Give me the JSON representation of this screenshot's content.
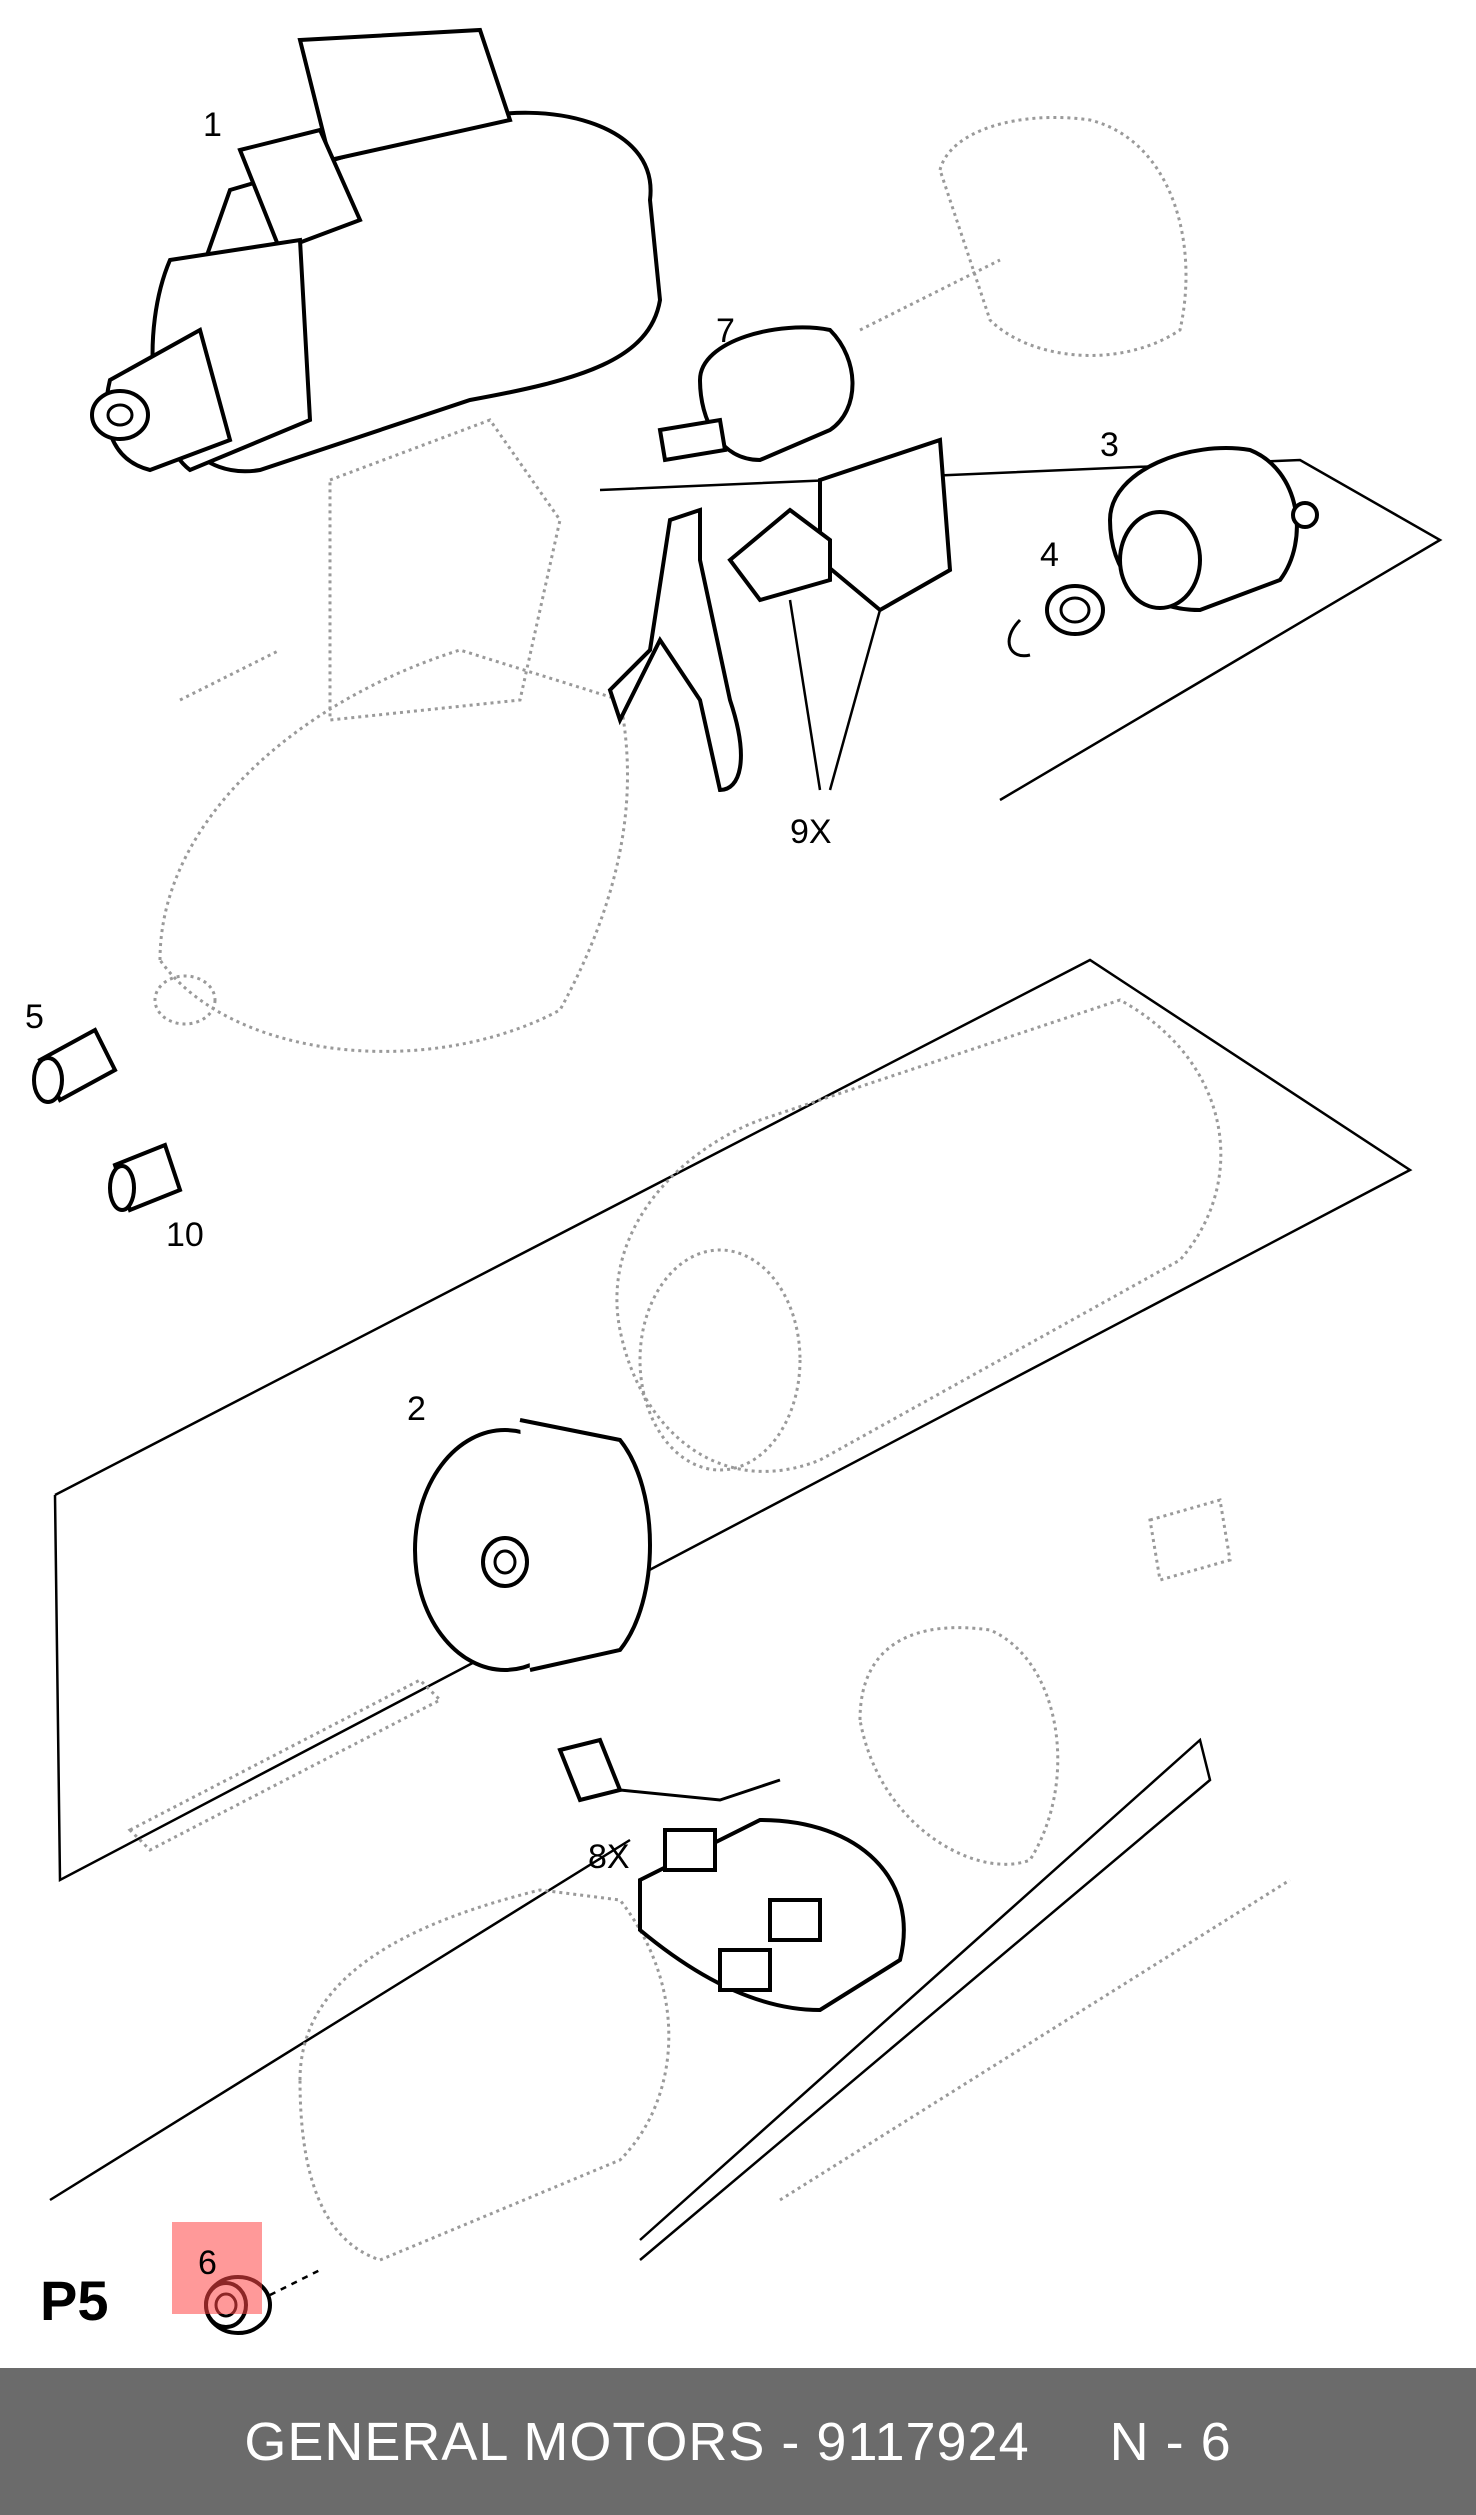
{
  "diagram": {
    "section_id": "P5",
    "callouts": [
      {
        "id": "1",
        "label": "1"
      },
      {
        "id": "2",
        "label": "2"
      },
      {
        "id": "3",
        "label": "3"
      },
      {
        "id": "4",
        "label": "4"
      },
      {
        "id": "5",
        "label": "5"
      },
      {
        "id": "6",
        "label": "6"
      },
      {
        "id": "7",
        "label": "7"
      },
      {
        "id": "8x",
        "label": "8X"
      },
      {
        "id": "9x",
        "label": "9X"
      },
      {
        "id": "10",
        "label": "10"
      }
    ],
    "highlighted_callout": "6",
    "highlight_color": "#ff4646"
  },
  "footer": {
    "brand": "GENERAL MOTORS",
    "separator": " - ",
    "part_number": "9117924",
    "position_label": "N - 6",
    "background": "#6b6b6b",
    "text_color": "#ffffff"
  }
}
